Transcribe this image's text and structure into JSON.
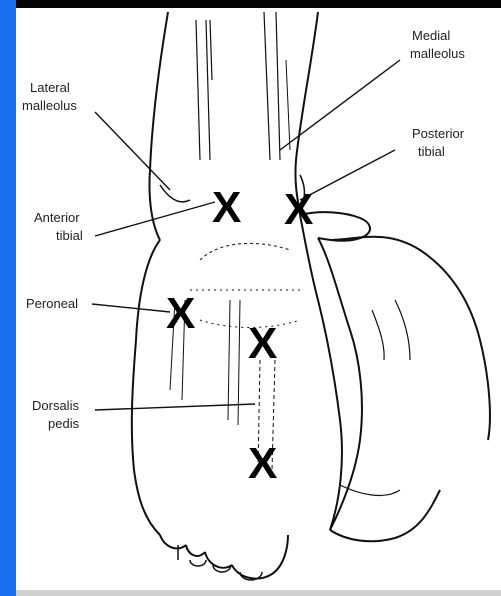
{
  "diagram": {
    "labels": {
      "lateral_malleolus": [
        "Lateral",
        "malleolus"
      ],
      "medial_malleolus": [
        "Medial",
        "malleolus"
      ],
      "posterior_tibial": [
        "Posterior",
        "tibial"
      ],
      "anterior_tibial": [
        "Anterior",
        "tibial"
      ],
      "peroneal": [
        "Peroneal"
      ],
      "dorsalis_pedis": [
        "Dorsalis",
        "pedis"
      ]
    },
    "marker_symbol": "X",
    "colors": {
      "accent_bar": "#1a6ef0",
      "line": "#111111",
      "marker": "#000000"
    }
  }
}
